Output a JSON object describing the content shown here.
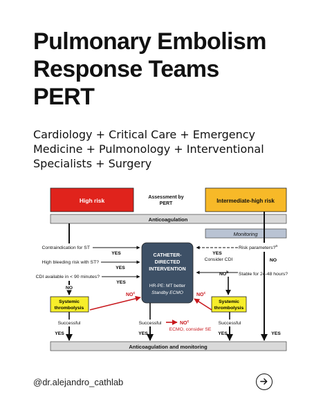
{
  "title_lines": [
    "Pulmonary Embolism",
    "Response Teams",
    "PERT"
  ],
  "subtitle_lines": [
    "Cardiology + Critical Care + Emergency",
    "Medicine + Pulmonology + Interventional",
    "Specialists + Surgery"
  ],
  "diagram": {
    "high_risk": "High risk",
    "assessment_lines": [
      "Assessment by",
      "PERT"
    ],
    "intermediate_high_risk": "Intermediate-high risk",
    "anticoagulation": "Anticoagulation",
    "monitoring": "Monitoring",
    "contraindication": "Contraindication for ST",
    "bleeding_risk": "High bleeding risk with ST?",
    "cdi_available": "CDI available in < 90 minutes?",
    "yes": "YES",
    "no": "NO",
    "no_c": "NO",
    "sup_c": "c",
    "sup_b": "b",
    "sup_a": "a",
    "cdi_box_lines": [
      "CATHETER-",
      "DIRECTED",
      "INTERVENTION"
    ],
    "hrpe": "HR-PE: MT better",
    "standby_ecmo": "Standby ECMO",
    "systemic_thrombolysis_lines": [
      "Systemic",
      "thrombolysis"
    ],
    "risk_parameters": "Risk parameters?",
    "consider_cdi": "Consider CDI",
    "stable": "Stable for 24-48 hours?",
    "successful": "Successful",
    "ecmo_consider_se": "ECMO, consider SE",
    "final_bar": "Anticoagulation and monitoring"
  },
  "colors": {
    "high_risk": "#e0231c",
    "intermediate": "#f7b928",
    "grey_bar": "#d9d9d9",
    "monitoring": "#b9c3d3",
    "cdi_box": "#3d5066",
    "thrombolysis": "#f7ee2a",
    "red_arrow": "#c8171c",
    "arrow": "#111111"
  },
  "footer": {
    "handle": "@dr.alejandro_cathlab",
    "next_icon": "arrow-right-icon"
  }
}
